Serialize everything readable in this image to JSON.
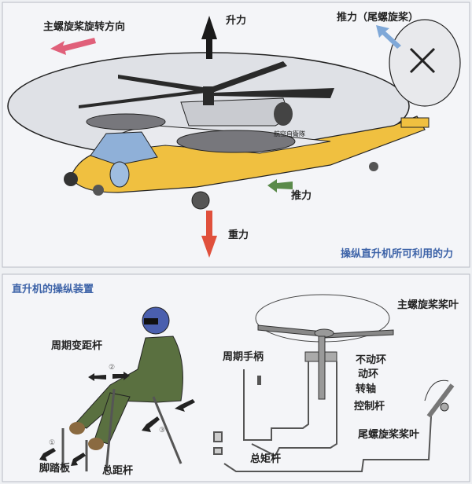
{
  "top_panel": {
    "caption": "操纵直升机所可利用的力",
    "labels": {
      "rotor_direction": "主螺旋桨旋转方向",
      "lift": "升力",
      "tail_thrust": "推力（尾螺旋桨）",
      "thrust": "推力",
      "gravity": "重力",
      "fuselage_marking": "航空自衛隊"
    },
    "colors": {
      "lift": "#1a1a1a",
      "gravity": "#e0503c",
      "rotor_direction": "#e0607a",
      "tail_thrust": "#7fa8d8",
      "thrust": "#5a8a4a",
      "fuselage": "#f0c040"
    }
  },
  "bottom_panel": {
    "title": "直升机的操纵装置",
    "labels": {
      "cyclic_stick": "周期变距杆",
      "cyclic_handle": "周期手柄",
      "main_blade": "主螺旋桨桨叶",
      "fixed_ring": "不动环",
      "moving_ring": "动环",
      "shaft": "转轴",
      "control_rod": "控制杆",
      "tail_blade": "尾螺旋桨桨叶",
      "collective_lever": "总矩杆",
      "pedals": "脚踏板",
      "collective_stick": "总距杆"
    },
    "markers": [
      "①",
      "②",
      "③"
    ]
  }
}
